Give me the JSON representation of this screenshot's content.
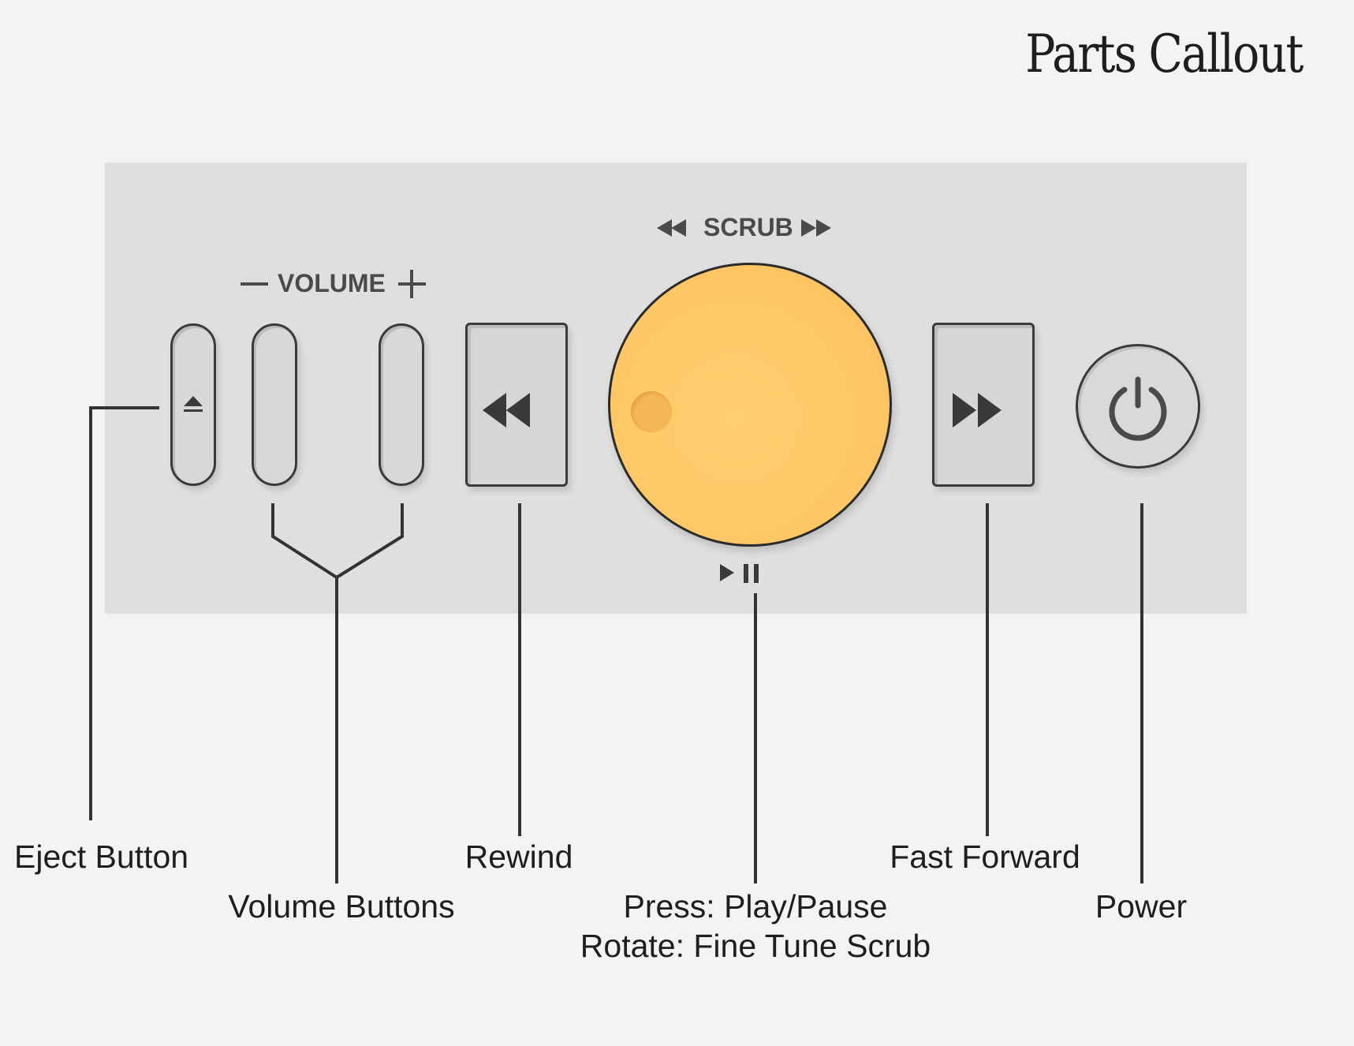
{
  "title": "Parts Callout",
  "panel": {
    "volume_engraving": "VOLUME",
    "scrub_engraving": "SCRUB",
    "knob_color": "#ffc766",
    "panel_color": "#dfdfdf"
  },
  "callouts": {
    "eject": "Eject Button",
    "volume": "Volume Buttons",
    "rewind": "Rewind",
    "knob_line1": "Press: Play/Pause",
    "knob_line2": "Rotate: Fine Tune Scrub",
    "fast_forward": "Fast Forward",
    "power": "Power"
  },
  "icons": [
    "eject-icon",
    "minus-icon",
    "plus-icon",
    "rewind-icon",
    "fast-forward-icon",
    "play-pause-icon",
    "power-icon"
  ]
}
